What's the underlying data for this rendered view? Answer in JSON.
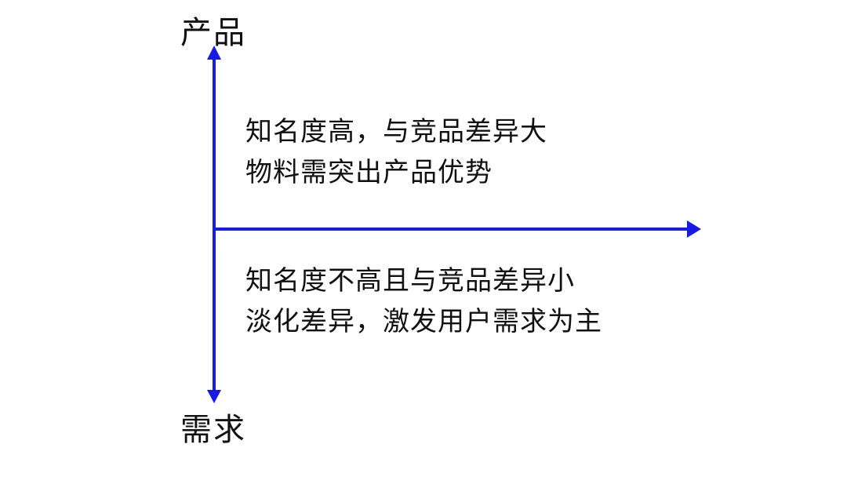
{
  "diagram": {
    "axis_color": "#1a1ae6",
    "vertical_axis": {
      "top_label": "产品",
      "bottom_label": "需求"
    },
    "quadrants": {
      "top": {
        "line1": "知名度高，与竞品差异大",
        "line2": "物料需突出产品优势"
      },
      "bottom": {
        "line1": "知名度不高且与竞品差异小",
        "line2": "淡化差异，激发用户需求为主"
      }
    },
    "icons": {
      "arrow_up": "arrow-up-icon",
      "arrow_down": "arrow-down-icon",
      "arrow_right": "arrow-right-icon"
    }
  }
}
